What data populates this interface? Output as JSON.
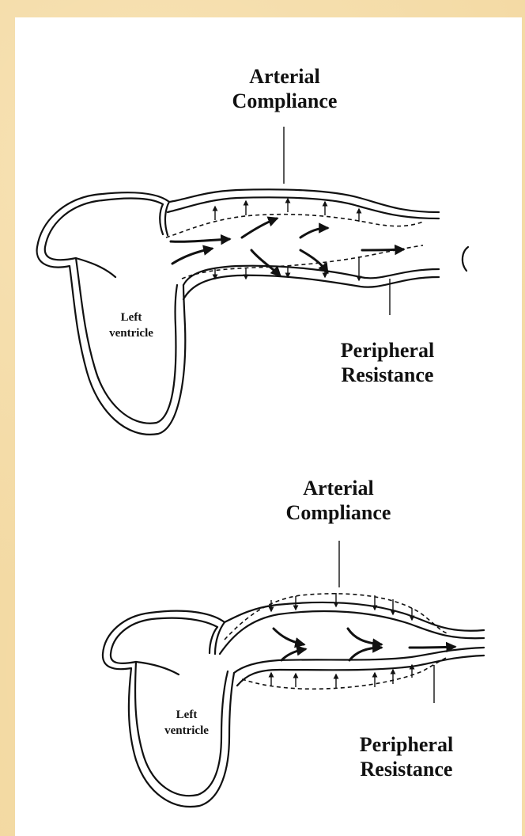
{
  "diagrams": [
    {
      "compliance_label_line1": "Arterial",
      "compliance_label_line2": "Compliance",
      "resistance_label_line1": "Peripheral",
      "resistance_label_line2": "Resistance",
      "ventricle_label_line1": "Left",
      "ventricle_label_line2": "ventricle"
    },
    {
      "compliance_label_line1": "Arterial",
      "compliance_label_line2": "Compliance",
      "resistance_label_line1": "Peripheral",
      "resistance_label_line2": "Resistance",
      "ventricle_label_line1": "Left",
      "ventricle_label_line2": "ventricle"
    }
  ]
}
